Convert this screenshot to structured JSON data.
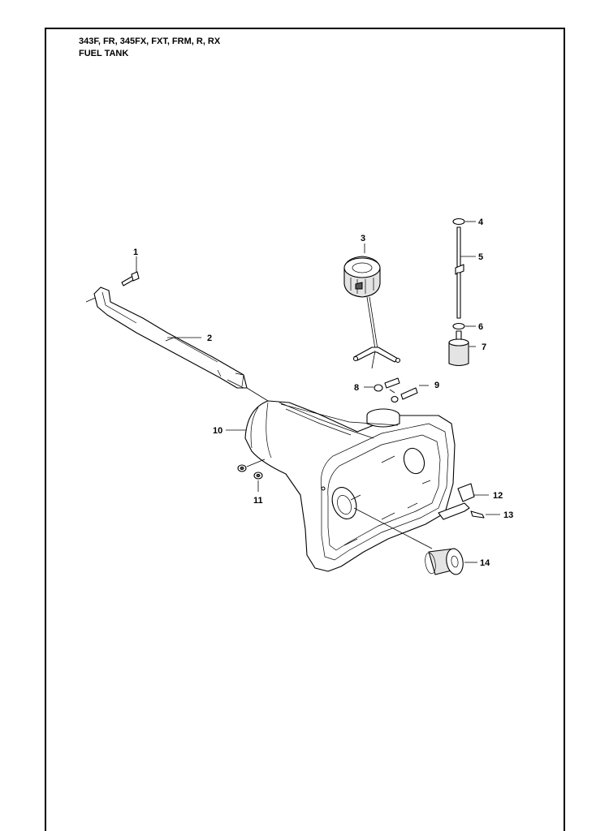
{
  "header": {
    "models": "343F, FR, 345FX, FXT, FRM, R, RX",
    "section": "FUEL TANK"
  },
  "callouts": [
    "1",
    "2",
    "3",
    "4",
    "5",
    "6",
    "7",
    "8",
    "9",
    "10",
    "11",
    "12",
    "13",
    "14"
  ]
}
